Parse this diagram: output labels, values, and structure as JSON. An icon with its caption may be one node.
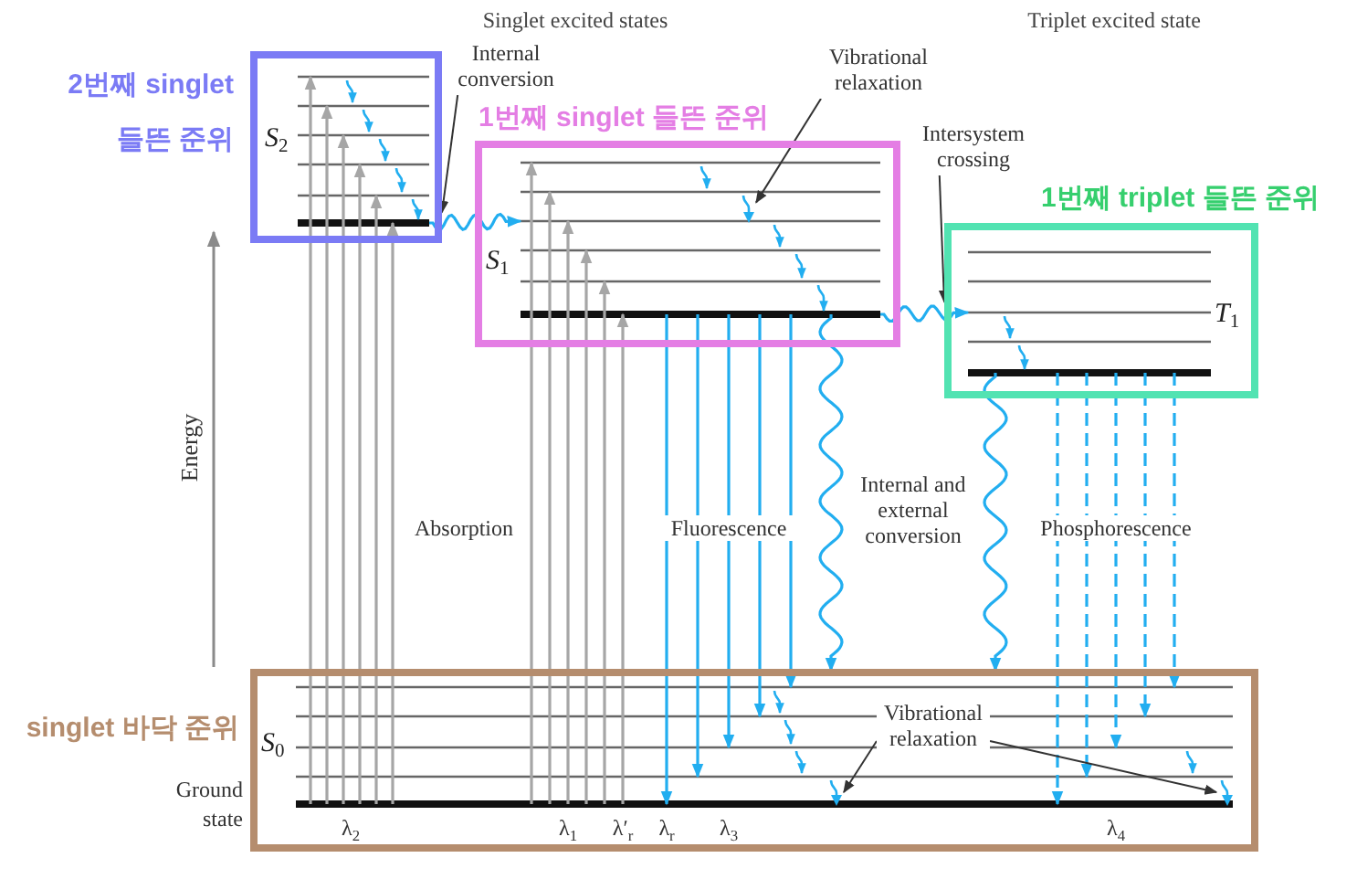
{
  "diagram": {
    "nodes": [
      {
        "text": [
          "2번째 singlet 들뜬 준위",
          "S$_{2}$"
        ]
      },
      {
        "text": [
          "Internal conversion"
        ]
      },
      {
        "text": [
          "Vibrational relaxation"
        ]
      },
      {
        "text": [
          "1번째 singlet 들뜬 준위",
          "S$_{1}$"
        ]
      },
      {
        "text": [],
        "shape": "arrow",
        "in": 3
      },
      {
        "text": [
          "Intersystem crossing"
        ]
      },
      {
        "text": [
          "1번째 triplet 들뜬 준위",
          "T$_{1}$"
        ]
      },
      {
        "text": [
          "singlet 바닥 준위",
          "S$_{0}$"
        ],
        "beside": [
          "Ground state"
        ]
      },
      {
        "text": [
          "Vibrational relaxation"
        ],
        "in": 7
      },
      {
        "text": [],
        "shape": "arrow",
        "in": 7
      },
      {
        "text": [],
        "shape": "arrow",
        "in": 7
      }
    ],
    "edges": [
      {
        "from": 7,
        "to": 0,
        "arrow": "to",
        "color": "#a6a6a6"
      },
      {
        "from": 7,
        "to": 0,
        "arrow": "to",
        "color": "#a6a6a6"
      },
      {
        "from": 7,
        "to": 0,
        "arrow": "to",
        "color": "#a6a6a6"
      },
      {
        "from": 7,
        "to": 0,
        "arrow": "to",
        "color": "#a6a6a6"
      },
      {
        "from": 7,
        "to": 0,
        "arrow": "to",
        "color": "#a6a6a6"
      },
      {
        "from": 7,
        "to": 0,
        "arrow": "to",
        "color": "#a6a6a6"
      },
      {
        "from": 7,
        "to": 3,
        "arrow": "to",
        "color": "#a6a6a6"
      },
      {
        "from": 7,
        "to": 3,
        "arrow": "to",
        "color": "#a6a6a6"
      },
      {
        "from": 7,
        "to": 3,
        "arrow": "to",
        "color": "#a6a6a6"
      },
      {
        "from": 7,
        "to": 3,
        "arrow": "to",
        "color": "#a6a6a6"
      },
      {
        "from": 7,
        "to": 3,
        "arrow": "to",
        "color": "#a6a6a6"
      },
      {
        "from": 7,
        "to": 3,
        "arrow": "to",
        "color": "#a6a6a6"
      },
      {
        "from": 0,
        "to": 3,
        "arrow": "to"
      },
      {
        "from": 3,
        "to": 6,
        "arrow": "to"
      },
      {
        "from": 3,
        "to": 7,
        "arrow": "to"
      },
      {
        "from": 3,
        "to": 7,
        "arrow": "to"
      },
      {
        "from": 3,
        "to": 7,
        "arrow": "to"
      },
      {
        "from": 3,
        "to": 7,
        "arrow": "to"
      },
      {
        "from": 3,
        "to": 7,
        "arrow": "to"
      },
      {
        "from": 3,
        "to": 7,
        "arrow": "to"
      },
      {
        "from": 6,
        "to": 7,
        "arrow": "to"
      },
      {
        "from": 6,
        "to": 7,
        "arrow": "to",
        "style": "dashed"
      },
      {
        "from": 6,
        "to": 7,
        "arrow": "to",
        "style": "dashed"
      },
      {
        "from": 6,
        "to": 7,
        "arrow": "to",
        "style": "dashed"
      },
      {
        "from": 6,
        "to": 7,
        "arrow": "to",
        "style": "dashed"
      },
      {
        "from": 6,
        "to": 7,
        "arrow": "to",
        "style": "dashed"
      },
      {
        "from": 1,
        "to": 0,
        "arrow": "to",
        "color": "#333333"
      },
      {
        "from": 2,
        "to": 4,
        "arrow": "to",
        "color": "#333333"
      },
      {
        "from": 5,
        "to": 6,
        "arrow": "to",
        "color": "#333333"
      },
      {
        "from": 8,
        "to": 9,
        "arrow": "to",
        "color": "#333333"
      },
      {
        "from": 8,
        "to": 10,
        "arrow": "to",
        "color": "#333333"
      }
    ],
    "labels": [
      "Singlet excited states",
      "Triplet excited state",
      "Energy",
      "Absorption",
      "Fluorescence",
      "Internal and external conversion",
      "Phosphorescence",
      "λ$_{2}$",
      "λ$_{1}$",
      "λ′$_{r}$",
      "λ$_{r}$",
      "λ$_{3}$",
      "λ$_{4}$"
    ]
  }
}
